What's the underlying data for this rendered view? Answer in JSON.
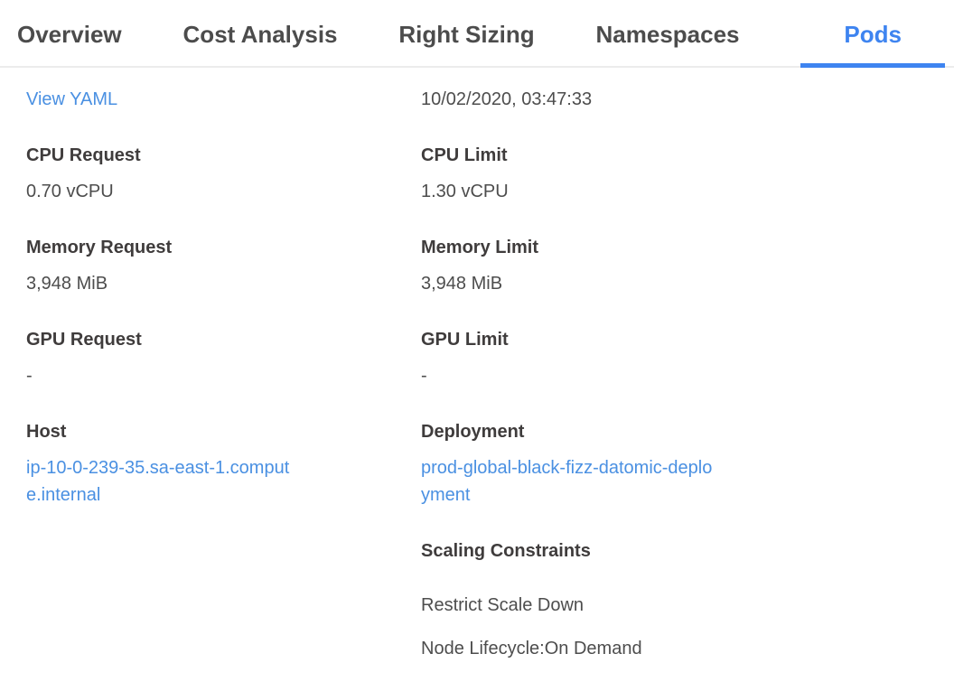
{
  "tabs": [
    {
      "label": "Overview",
      "active": false
    },
    {
      "label": "Cost Analysis",
      "active": false
    },
    {
      "label": "Right Sizing",
      "active": false
    },
    {
      "label": "Namespaces",
      "active": false
    },
    {
      "label": "Pods",
      "active": true
    }
  ],
  "details": {
    "view_yaml_label": "View YAML",
    "timestamp": "10/02/2020, 03:47:33",
    "left_fields": [
      {
        "label": "CPU Request",
        "value": "0.70 vCPU"
      },
      {
        "label": "Memory Request",
        "value": "3,948 MiB"
      },
      {
        "label": "GPU Request",
        "value": "-"
      },
      {
        "label": "Host",
        "value": "ip-10-0-239-35.sa-east-1.compute.internal",
        "link": true
      }
    ],
    "right_fields": [
      {
        "label": "CPU Limit",
        "value": "1.30 vCPU"
      },
      {
        "label": "Memory Limit",
        "value": "3,948 MiB"
      },
      {
        "label": "GPU Limit",
        "value": "-"
      },
      {
        "label": "Deployment",
        "value": "prod-global-black-fizz-datomic-deployment",
        "link": true
      }
    ],
    "scaling_constraints": {
      "label": "Scaling Constraints",
      "values": [
        "Restrict Scale Down",
        "Node Lifecycle:On Demand"
      ]
    }
  },
  "colors": {
    "accent_blue": "#3e84f0",
    "link_blue": "#4a90e2",
    "tab_inactive": "#4c4c4c",
    "label_text": "#3f3c3c",
    "value_text": "#4d4d4d",
    "divider": "#ececec"
  }
}
